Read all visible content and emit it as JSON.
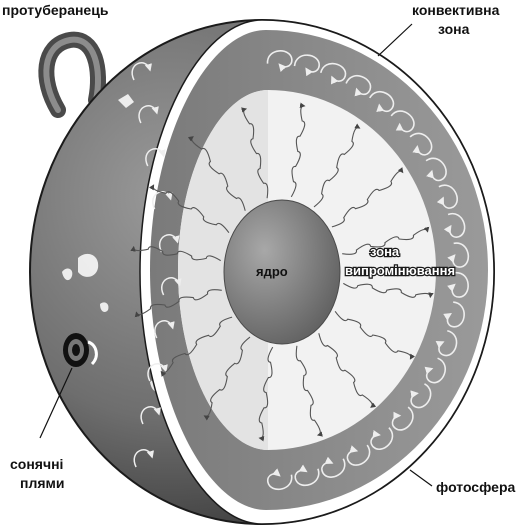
{
  "diagram": {
    "labels": {
      "prominence": "протуберанець",
      "convective_zone_line1": "конвективна",
      "convective_zone_line2": "зона",
      "radiative_zone_line1": "зона",
      "radiative_zone_line2": "випромінювання",
      "core": "ядро",
      "sunspots_line1": "сонячні",
      "sunspots_line2": "плями",
      "photosphere": "фотосфера"
    },
    "colors": {
      "surface": "#6e6e6e",
      "surface_dark": "#2e2e2e",
      "convective": "#8a8a8a",
      "radiative": "#efefef",
      "core": "#7a7a7a",
      "photosphere_rim": "#ffffff",
      "line": "#111111"
    },
    "icons": {
      "sun-surface": "sphere",
      "prominence-loop": "loop",
      "sunspot": "dark-ring",
      "convection-cell": "curl-arrow",
      "radiation-ray": "wavy-arrow"
    }
  }
}
